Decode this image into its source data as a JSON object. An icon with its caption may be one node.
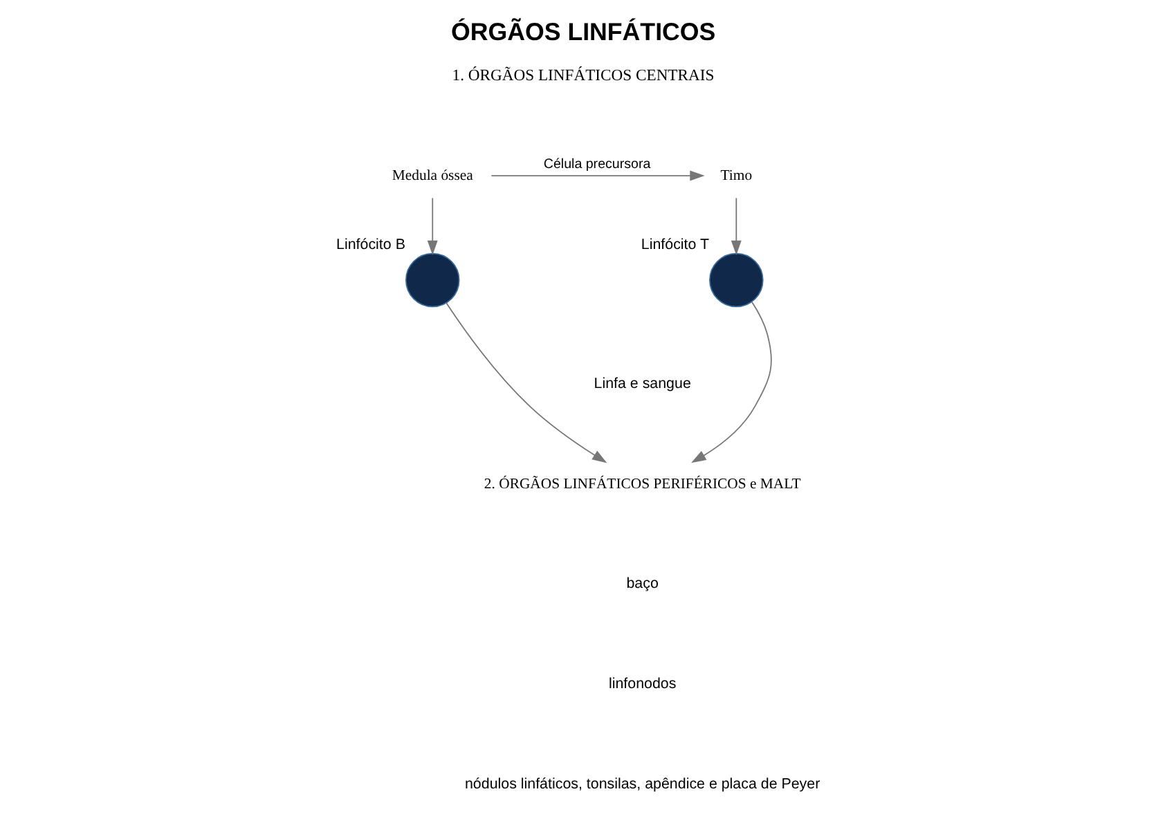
{
  "diagram": {
    "title": "ÓRGÃOS LINFÁTICOS",
    "nodes": [
      {
        "text": [
          "Medula óssea"
        ]
      },
      {
        "text": [
          "Timo"
        ]
      },
      {
        "text": [],
        "shape": "circle",
        "beside": [
          "Linfócito B"
        ]
      },
      {
        "text": [],
        "shape": "circle",
        "beside": [
          "Linfócito T"
        ]
      },
      {
        "text": [
          "2. ÓRGÃOS LINFÁTICOS PERIFÉRICOS e MALT"
        ]
      }
    ],
    "edges": [
      {
        "from": 0,
        "to": 1,
        "arrow": "to",
        "label": "Célula precursora"
      },
      {
        "from": 0,
        "to": 2,
        "arrow": "to"
      },
      {
        "from": 1,
        "to": 3,
        "arrow": "to"
      },
      {
        "from": 2,
        "to": 4,
        "arrow": "to"
      },
      {
        "from": 3,
        "to": 4,
        "arrow": "to"
      }
    ],
    "labels": [
      "1. ÓRGÃOS LINFÁTICOS CENTRAIS",
      "Linfa e sangue",
      "baço",
      "linfonodos",
      "nódulos linfáticos, tonsilas, apêndice e placa de Peyer"
    ]
  }
}
